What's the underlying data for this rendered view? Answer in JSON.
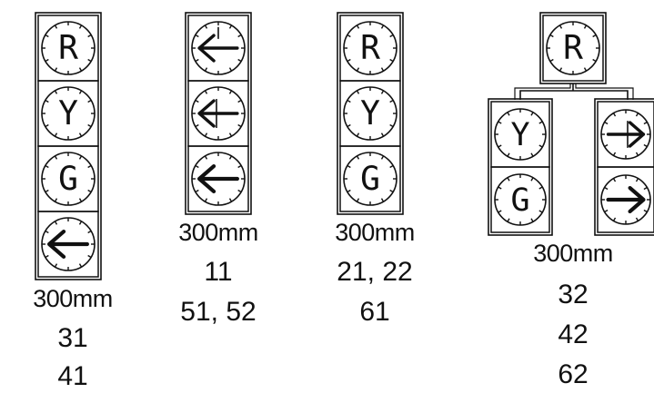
{
  "colors": {
    "ink": "#111111",
    "background": "#ffffff"
  },
  "signals": [
    {
      "name": "signal-1",
      "lamps": [
        {
          "type": "letter",
          "text": "R"
        },
        {
          "type": "letter",
          "text": "Y"
        },
        {
          "type": "letter",
          "text": "G"
        },
        {
          "type": "arrow",
          "direction": "left",
          "style": "solid"
        }
      ],
      "size_label": "300mm",
      "codes": [
        "31",
        "41"
      ]
    },
    {
      "name": "signal-2",
      "lamps": [
        {
          "type": "arrow",
          "direction": "left",
          "style": "red"
        },
        {
          "type": "arrow",
          "direction": "left",
          "style": "yellow"
        },
        {
          "type": "arrow",
          "direction": "left",
          "style": "solid"
        }
      ],
      "size_label": "300mm",
      "codes": [
        "11",
        "51, 52"
      ]
    },
    {
      "name": "signal-3",
      "lamps": [
        {
          "type": "letter",
          "text": "R"
        },
        {
          "type": "letter",
          "text": "Y"
        },
        {
          "type": "letter",
          "text": "G"
        }
      ],
      "size_label": "300mm",
      "codes": [
        "21, 22",
        "61"
      ]
    },
    {
      "name": "signal-4",
      "top_lamp": {
        "type": "letter",
        "text": "R"
      },
      "left_column": [
        {
          "type": "letter",
          "text": "Y"
        },
        {
          "type": "letter",
          "text": "G"
        }
      ],
      "right_column": [
        {
          "type": "arrow",
          "direction": "right",
          "style": "yellow"
        },
        {
          "type": "arrow",
          "direction": "right",
          "style": "solid"
        }
      ],
      "size_label": "300mm",
      "codes": [
        "32",
        "42",
        "62"
      ]
    }
  ]
}
